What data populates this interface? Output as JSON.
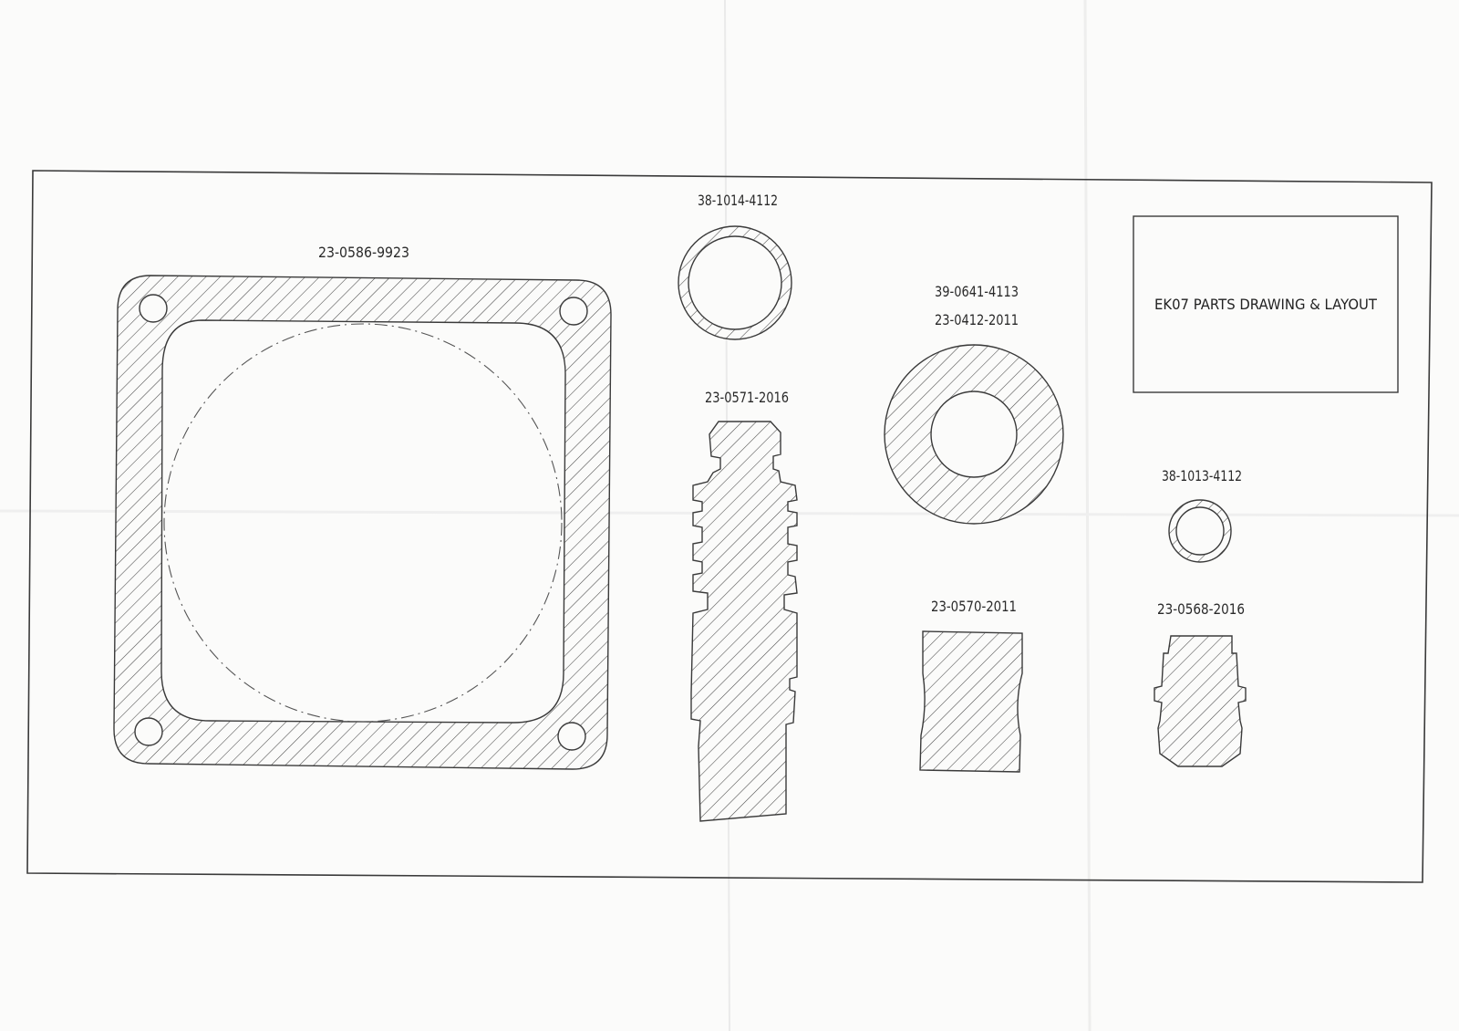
{
  "title_block": {
    "text": "EK07 PARTS DRAWING & LAYOUT"
  },
  "parts": [
    {
      "id": "gasket",
      "label": "23-0586-9923"
    },
    {
      "id": "ring-large",
      "label": "38-1014-4112"
    },
    {
      "id": "pin-long",
      "label": "23-0571-2016"
    },
    {
      "id": "washer",
      "label_line1": "39-0641-4113",
      "label_line2": "23-0412-2011"
    },
    {
      "id": "block",
      "label": "23-0570-2011"
    },
    {
      "id": "ring-small",
      "label": "38-1013-4112"
    },
    {
      "id": "pin-short",
      "label": "23-0568-2016"
    }
  ]
}
